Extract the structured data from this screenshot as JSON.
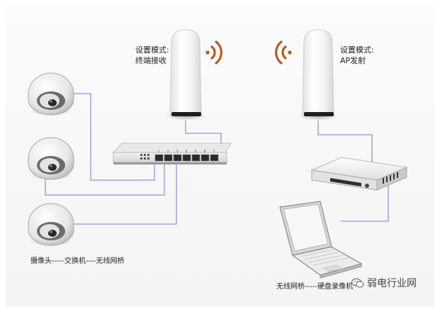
{
  "ap_left": {
    "mode_label": "设置模式:",
    "mode_value": "终端接收"
  },
  "ap_right": {
    "mode_label": "设置模式:",
    "mode_value": "AP发射"
  },
  "switch": {
    "port_numbers": [
      "1",
      "2",
      "3",
      "4",
      "5",
      "6",
      "7"
    ]
  },
  "captions": {
    "bottom_left": "摄像头-----交换机----无线网桥",
    "bottom_right": "无线网桥-----硬盘录像机"
  },
  "watermark": "弱电行业网",
  "colors": {
    "cable": "#8d96d4",
    "signal": "#b85a1c"
  }
}
